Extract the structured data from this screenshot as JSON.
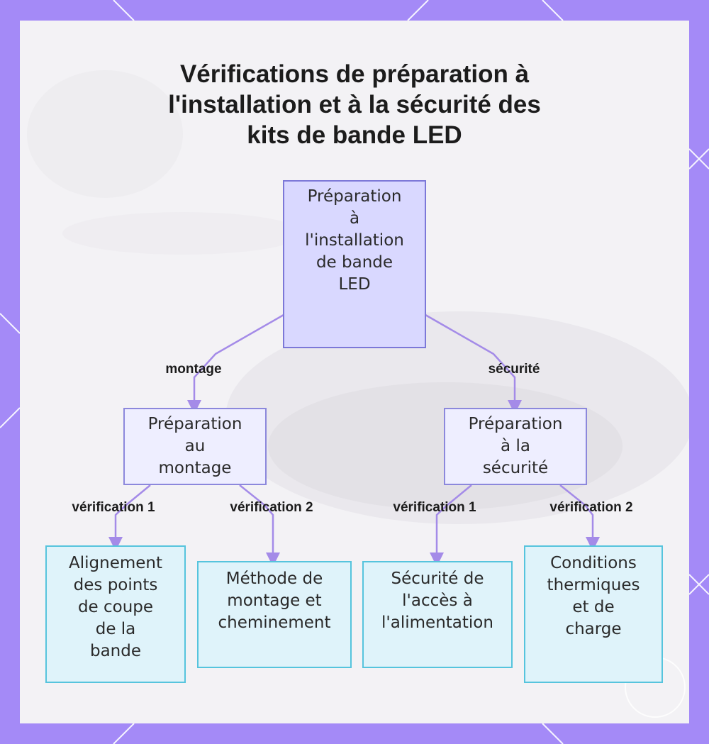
{
  "title_lines": [
    "Vérifications de préparation à",
    "l'installation et à la sécurité des",
    "kits de bande LED"
  ],
  "nodes": {
    "root": [
      "Préparation",
      "à",
      "l'installation",
      "de bande",
      "LED"
    ],
    "mounting": [
      "Préparation",
      "au",
      "montage"
    ],
    "safety": [
      "Préparation",
      "à la",
      "sécurité"
    ],
    "cut_points": [
      "Alignement",
      "des points",
      "de coupe",
      "de la",
      "bande"
    ],
    "mount_method": [
      "Méthode de",
      "montage et",
      "cheminement"
    ],
    "power_access": [
      "Sécurité de",
      "l'accès à",
      "l'alimentation"
    ],
    "thermal": [
      "Conditions",
      "thermiques",
      "et de",
      "charge"
    ]
  },
  "edges": {
    "root_to_mounting": "montage",
    "root_to_safety": "sécurité",
    "mounting_to_cut": "vérification 1",
    "mounting_to_method": "vérification 2",
    "safety_to_power": "vérification 1",
    "safety_to_thermal": "vérification 2"
  },
  "colors": {
    "frame": "#a48af7",
    "card": "#f3f2f5",
    "root_fill": "#d9d8ff",
    "root_border": "#7c78d8",
    "mid_fill": "#eeeeff",
    "mid_border": "#8c88dc",
    "leaf_fill": "#dff3fa",
    "leaf_border": "#56c4dd",
    "connector": "#a48be8"
  }
}
